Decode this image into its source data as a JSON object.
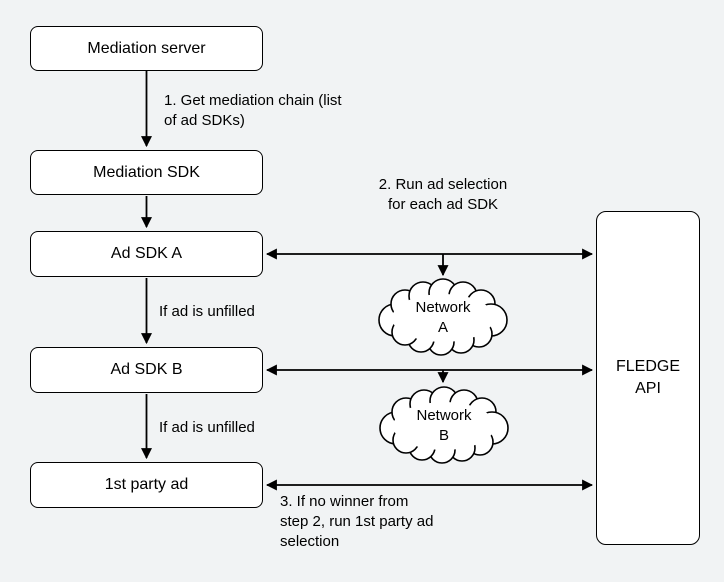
{
  "diagram": {
    "colors": {
      "background": "#f1f3f4",
      "node_fill": "#ffffff",
      "node_border": "#000000",
      "text": "#000000"
    },
    "nodes": {
      "mediation_server": "Mediation server",
      "mediation_sdk": "Mediation SDK",
      "ad_sdk_a": "Ad SDK A",
      "ad_sdk_b": "Ad SDK B",
      "first_party_ad": "1st party ad",
      "fledge_api": "FLEDGE\nAPI",
      "network_a": "Network\nA",
      "network_b": "Network\nB"
    },
    "annotations": {
      "step1": "1. Get mediation chain (list\nof ad SDKs)",
      "step2": "2. Run ad selection\nfor each ad SDK",
      "step3": "3. If no winner from\nstep 2, run 1st party ad\nselection",
      "unfilled_a": "If ad is unfilled",
      "unfilled_b": "If ad is unfilled"
    }
  }
}
